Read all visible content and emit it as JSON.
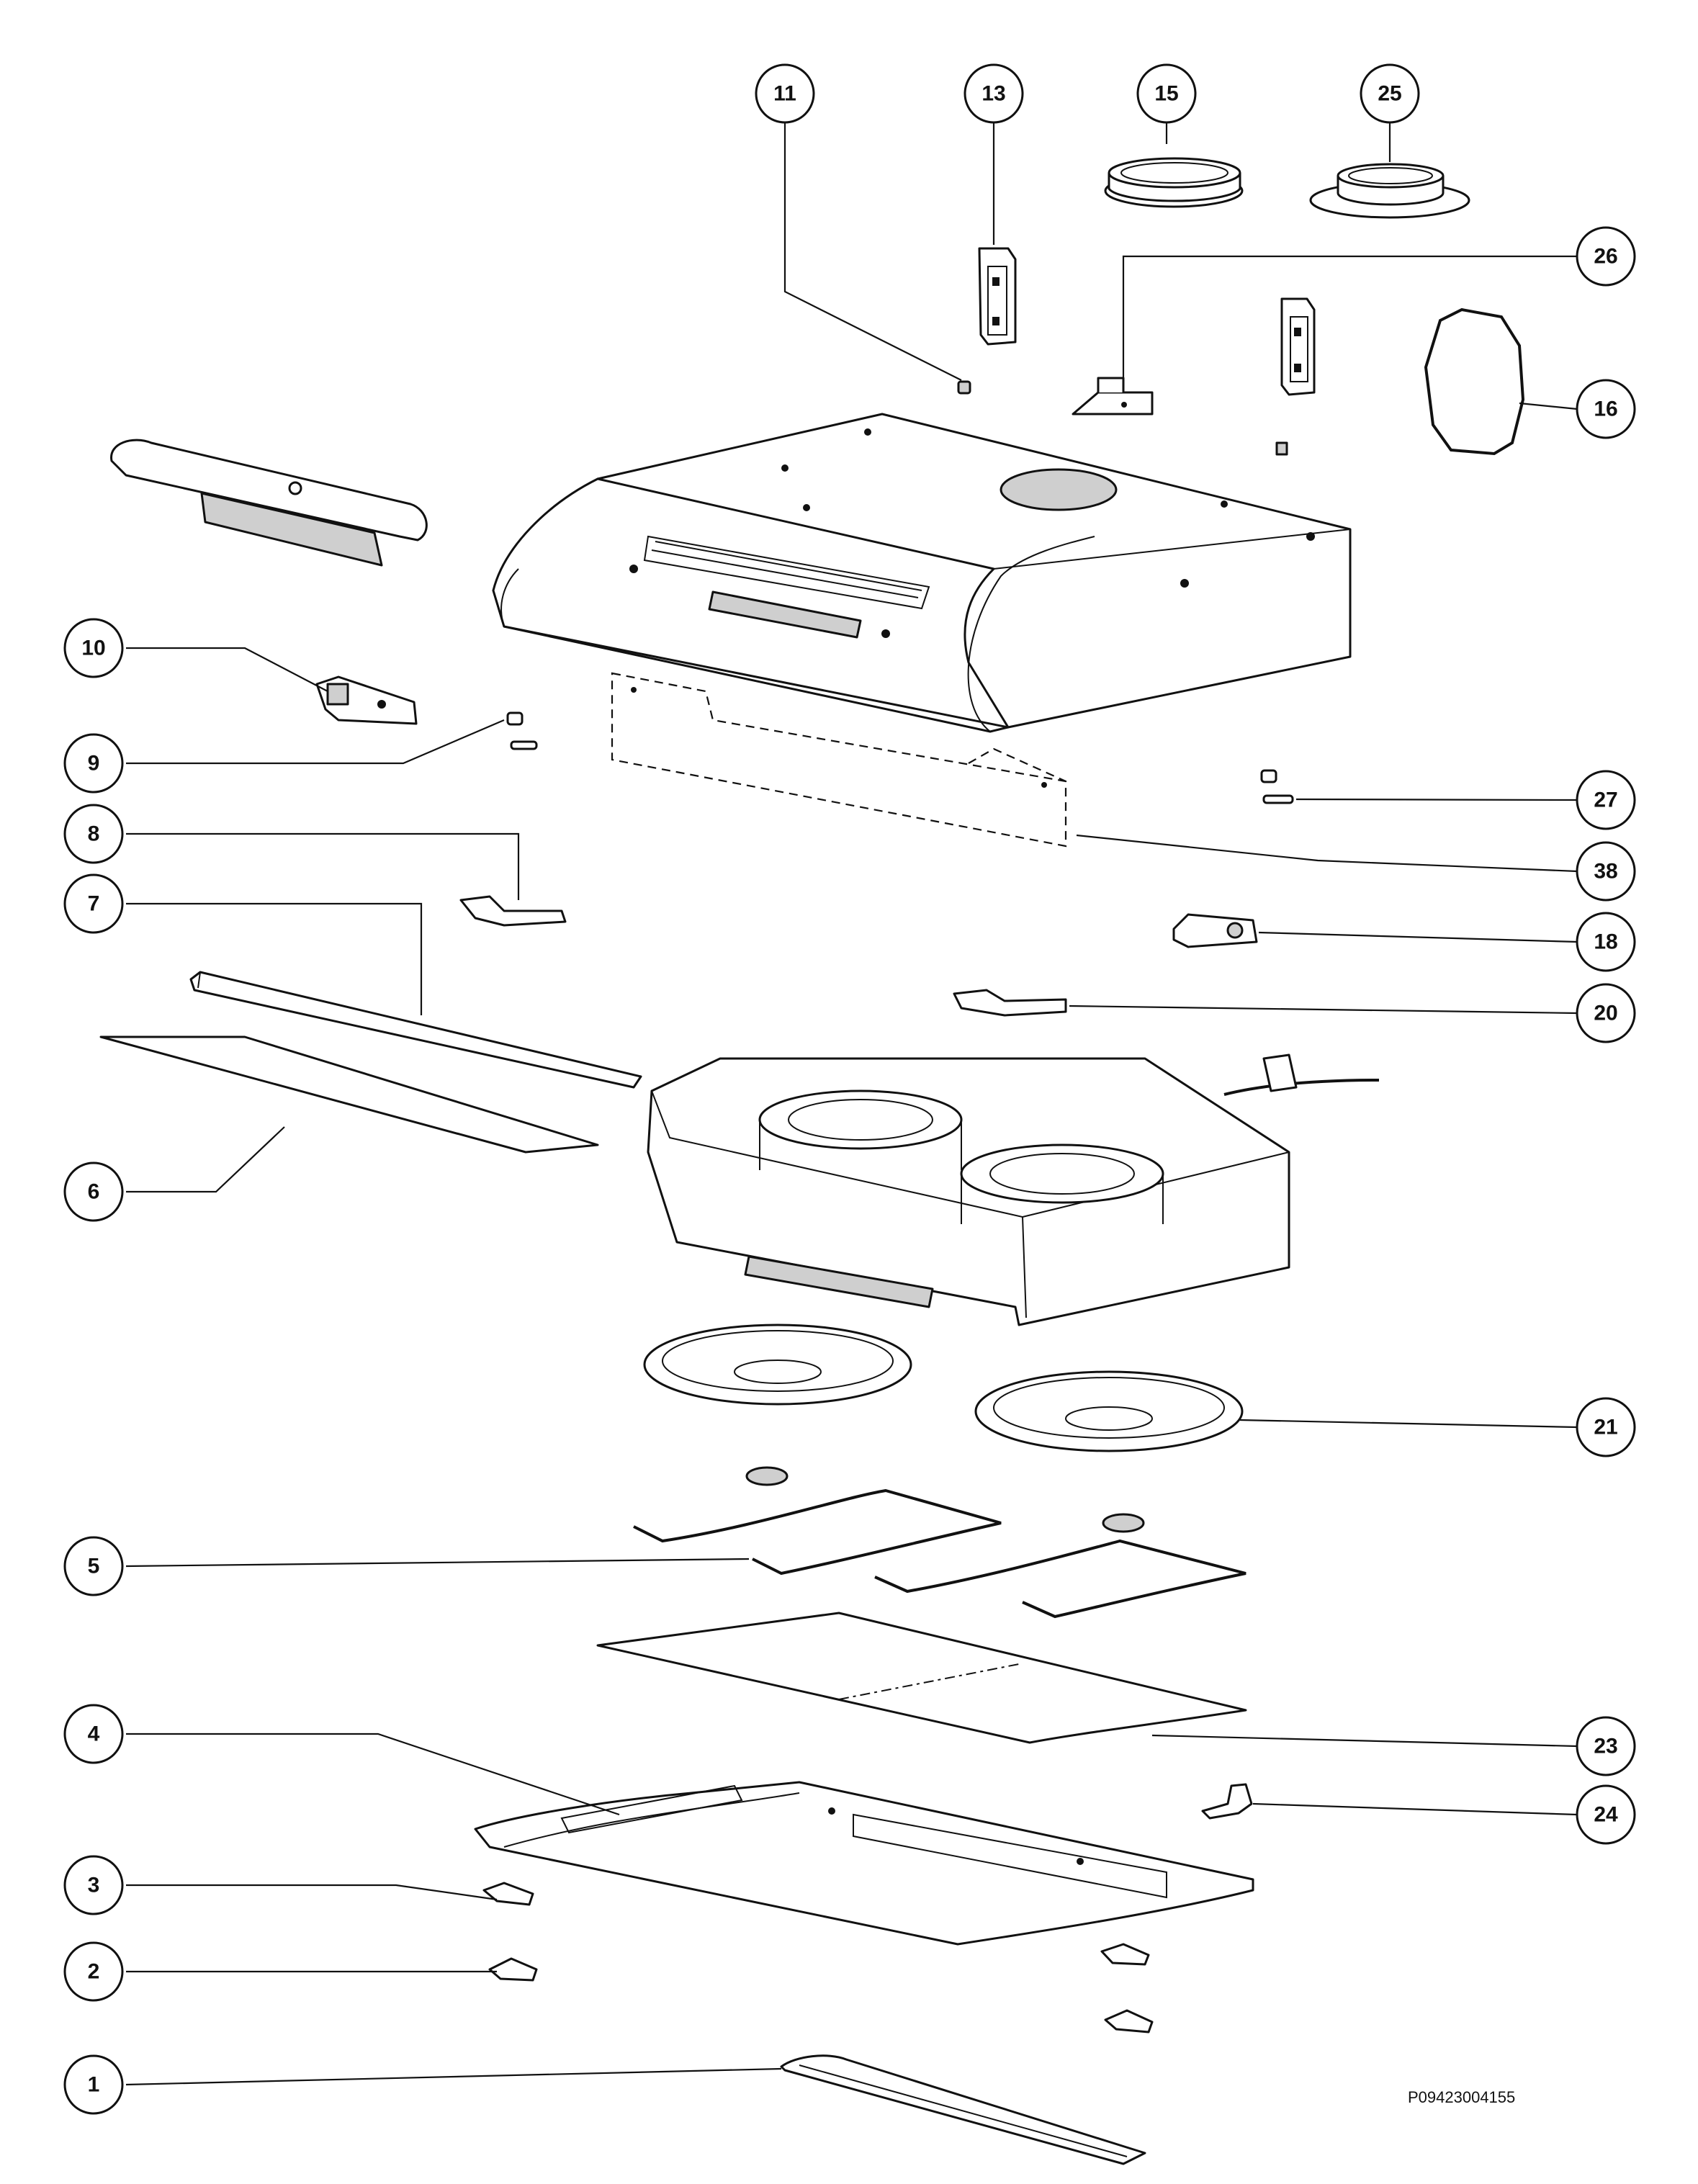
{
  "diagram": {
    "drawing_code": "P09423004155",
    "callouts": [
      {
        "id": "11",
        "label": "11"
      },
      {
        "id": "13",
        "label": "13"
      },
      {
        "id": "15",
        "label": "15"
      },
      {
        "id": "25",
        "label": "25"
      },
      {
        "id": "26",
        "label": "26"
      },
      {
        "id": "16",
        "label": "16"
      },
      {
        "id": "10",
        "label": "10"
      },
      {
        "id": "9",
        "label": "9"
      },
      {
        "id": "27",
        "label": "27"
      },
      {
        "id": "8",
        "label": "8"
      },
      {
        "id": "38",
        "label": "38"
      },
      {
        "id": "7",
        "label": "7"
      },
      {
        "id": "18",
        "label": "18"
      },
      {
        "id": "20",
        "label": "20"
      },
      {
        "id": "6",
        "label": "6"
      },
      {
        "id": "21",
        "label": "21"
      },
      {
        "id": "5",
        "label": "5"
      },
      {
        "id": "23",
        "label": "23"
      },
      {
        "id": "4",
        "label": "4"
      },
      {
        "id": "24",
        "label": "24"
      },
      {
        "id": "3",
        "label": "3"
      },
      {
        "id": "2",
        "label": "2"
      },
      {
        "id": "1",
        "label": "1"
      }
    ]
  }
}
